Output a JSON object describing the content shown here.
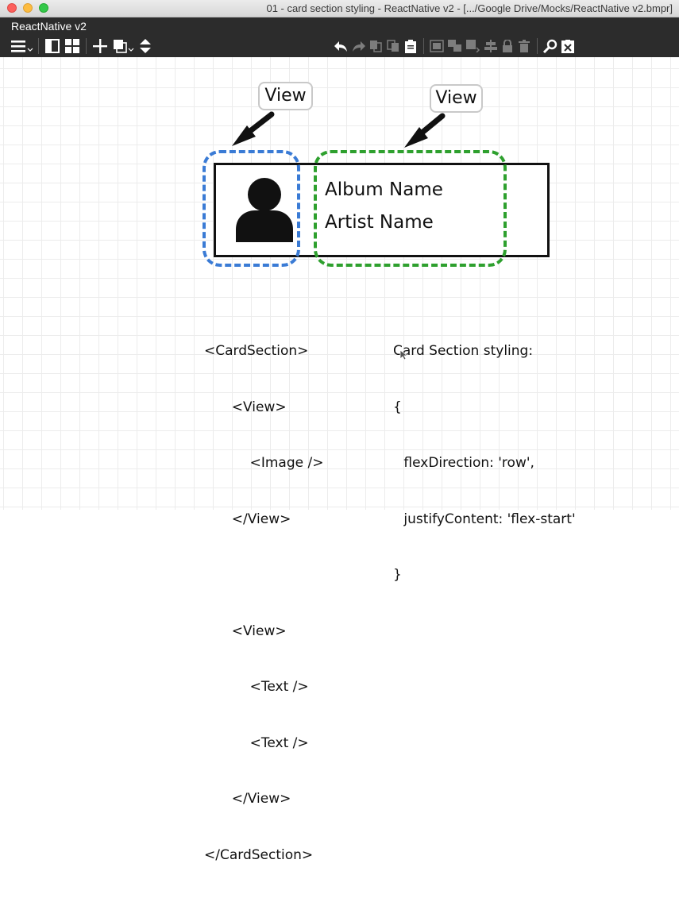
{
  "window": {
    "title": "01 - card section styling - ReactNative v2 - [.../Google Drive/Mocks/ReactNative v2.bmpr]"
  },
  "app": {
    "name": "ReactNative v2"
  },
  "toolbar": {
    "left": [
      "menu-icon",
      "panel-toggle-icon",
      "grid-icon",
      "add-icon",
      "layers-icon",
      "sort-icon"
    ],
    "right": [
      "undo-icon",
      "redo-icon",
      "copy-icon",
      "duplicate-icon",
      "paste-icon",
      "group-icon",
      "ungroup-icon",
      "bring-front-icon",
      "align-icon",
      "lock-icon",
      "delete-icon",
      "search-icon",
      "close-icon"
    ]
  },
  "mockup": {
    "callouts": [
      "View",
      "View"
    ],
    "card": {
      "title": "Album Name",
      "subtitle": "Artist Name"
    },
    "avatar_icon": "user-icon",
    "colors": {
      "image_view_outline": "#3a7bd5",
      "text_view_outline": "#2ea02e",
      "card_border": "#111111"
    },
    "jsx_lines": [
      "<CardSection>",
      "  <View>",
      "    <Image />",
      "  </View>",
      "",
      "  <View>",
      "    <Text />",
      "    <Text />",
      "  </View>",
      "</CardSection>"
    ],
    "styling_lines": [
      "Card Section styling:",
      "{",
      " flexDirection: 'row',",
      " justifyContent: 'flex-start'",
      "}"
    ]
  }
}
